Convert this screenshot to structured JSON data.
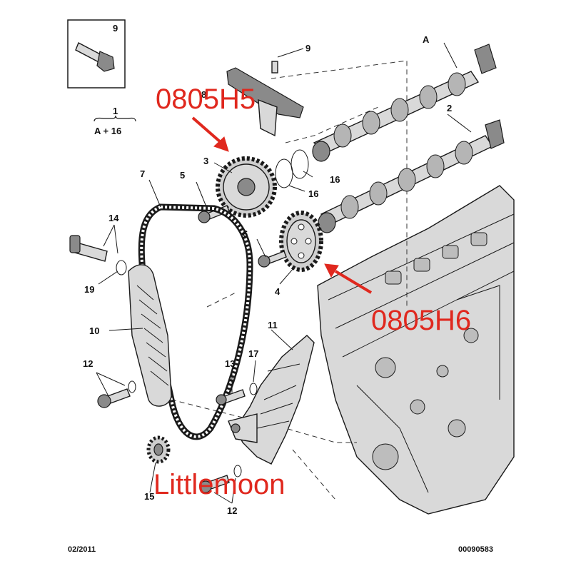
{
  "callouts": {
    "c1": "1",
    "c1_sub": "A + 16",
    "c2": "2",
    "cA": "A",
    "c3": "3",
    "c4": "4",
    "c5": "5",
    "c6": "6",
    "c7": "7",
    "c8": "8",
    "c9_box": "9",
    "c9": "9",
    "c10": "10",
    "c11": "11",
    "c12a": "12",
    "c12b": "12",
    "c13": "13",
    "c14": "14",
    "c15": "15",
    "c16a": "16",
    "c16b": "16",
    "c17": "17",
    "c19": "19"
  },
  "annotations": {
    "part_code_1": "0805H5",
    "part_code_2": "0805H6",
    "watermark": "Littlemoon"
  },
  "footer": {
    "date": "02/2011",
    "ref": "00090583"
  },
  "colors": {
    "annotation_red": "#e0281e",
    "line": "#1a1a1a",
    "part_fill": "#d9d9d9"
  }
}
